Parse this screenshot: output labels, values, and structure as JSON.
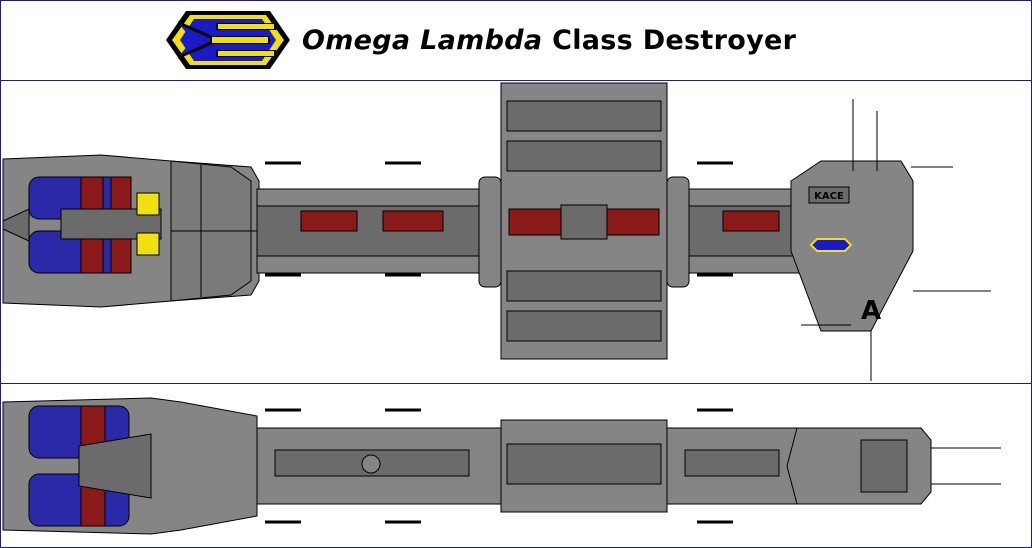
{
  "header": {
    "title_italic": "Omega Lambda",
    "title_rest": " Class Destroyer",
    "logo_icon": "earthforce-emblem-icon"
  },
  "ship_top": {
    "hull_marking": "KACE",
    "class_letter": "A"
  },
  "colors": {
    "border": "#1a1aa0",
    "hull": "#858585",
    "hull_dark": "#6b6b6b",
    "engine_blue": "#2a2aa8",
    "engine_red": "#8a1a1a",
    "emblem_yellow": "#f0e010",
    "emblem_blue": "#1a1ac8"
  }
}
